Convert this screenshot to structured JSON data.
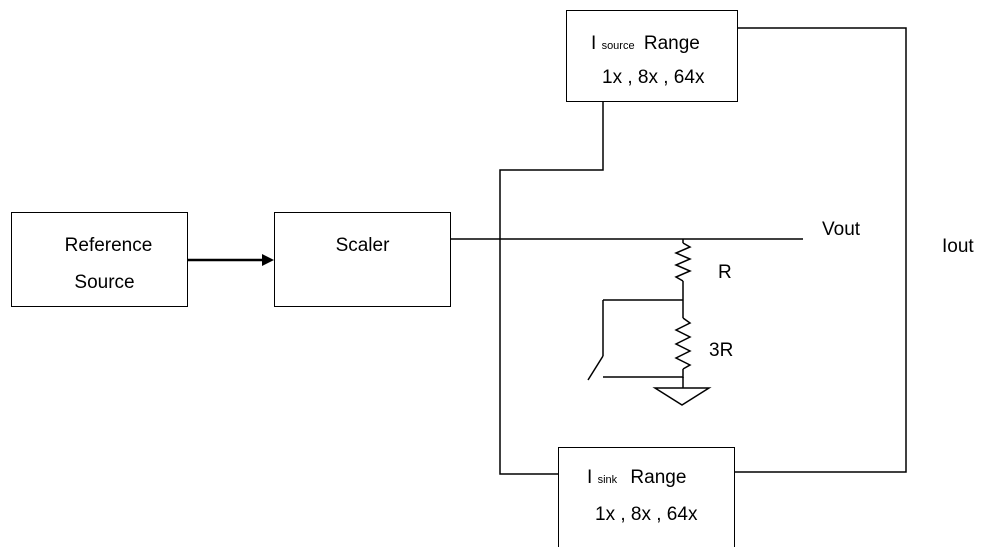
{
  "blocks": {
    "reference": {
      "line1": "Reference",
      "line2": "Source"
    },
    "scaler": {
      "label": "Scaler"
    },
    "source_range": {
      "prefix": "I",
      "subscript": "source",
      "word": "Range",
      "ranges": "1x , 8x , 64x"
    },
    "sink_range": {
      "prefix": "I",
      "subscript": "sink",
      "word": "Range",
      "ranges": "1x , 8x , 64x"
    }
  },
  "components": {
    "resistor_top": "R",
    "resistor_bottom": "3R"
  },
  "outputs": {
    "voltage": "Vout",
    "current": "Iout"
  }
}
